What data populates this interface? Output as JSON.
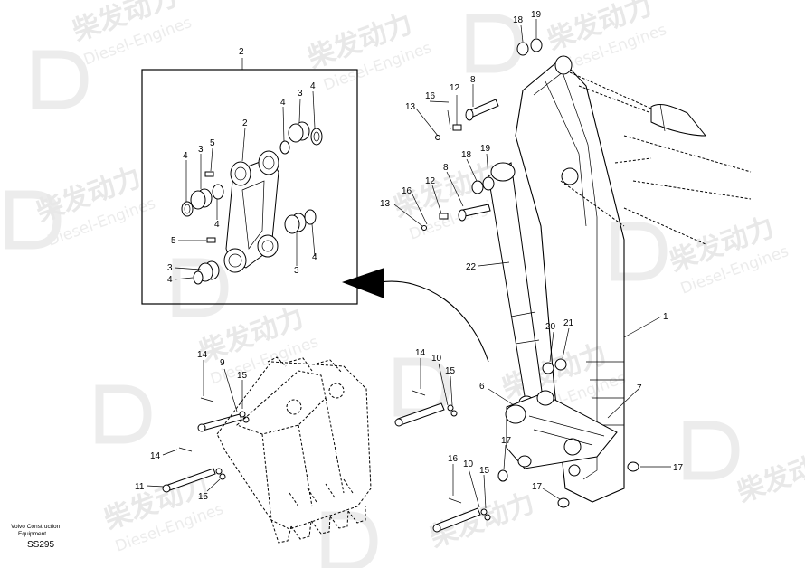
{
  "caption": {
    "line1": "Volvo Construction",
    "line2": "Equipment",
    "code": "SS295"
  },
  "watermark": {
    "cn": "柴发动力",
    "en": "Diesel-Engines"
  },
  "callouts": {
    "c_2a": "2",
    "c_2b": "2",
    "c_3a": "3",
    "c_3b": "3",
    "c_3c": "3",
    "c_3d": "3",
    "c_4a": "4",
    "c_4b": "4",
    "c_4c": "4",
    "c_4d": "4",
    "c_4e": "4",
    "c_4f": "4",
    "c_5a": "5",
    "c_5b": "5",
    "c_18a": "18",
    "c_19a": "19",
    "c_16a": "16",
    "c_12a": "12",
    "c_8a": "8",
    "c_13a": "13",
    "c_18b": "18",
    "c_19b": "19",
    "c_8b": "8",
    "c_16b": "16",
    "c_12b": "12",
    "c_13b": "13",
    "c_22": "22",
    "c_1": "1",
    "c_20": "20",
    "c_21": "21",
    "c_14a": "14",
    "c_9": "9",
    "c_15a": "15",
    "c_14b": "14",
    "c_11": "11",
    "c_15b": "15",
    "c_14c": "14",
    "c_10a": "10",
    "c_15c": "15",
    "c_6": "6",
    "c_7": "7",
    "c_17a": "17",
    "c_17b": "17",
    "c_17c": "17",
    "c_16c": "16",
    "c_10b": "10",
    "c_15d": "15"
  }
}
